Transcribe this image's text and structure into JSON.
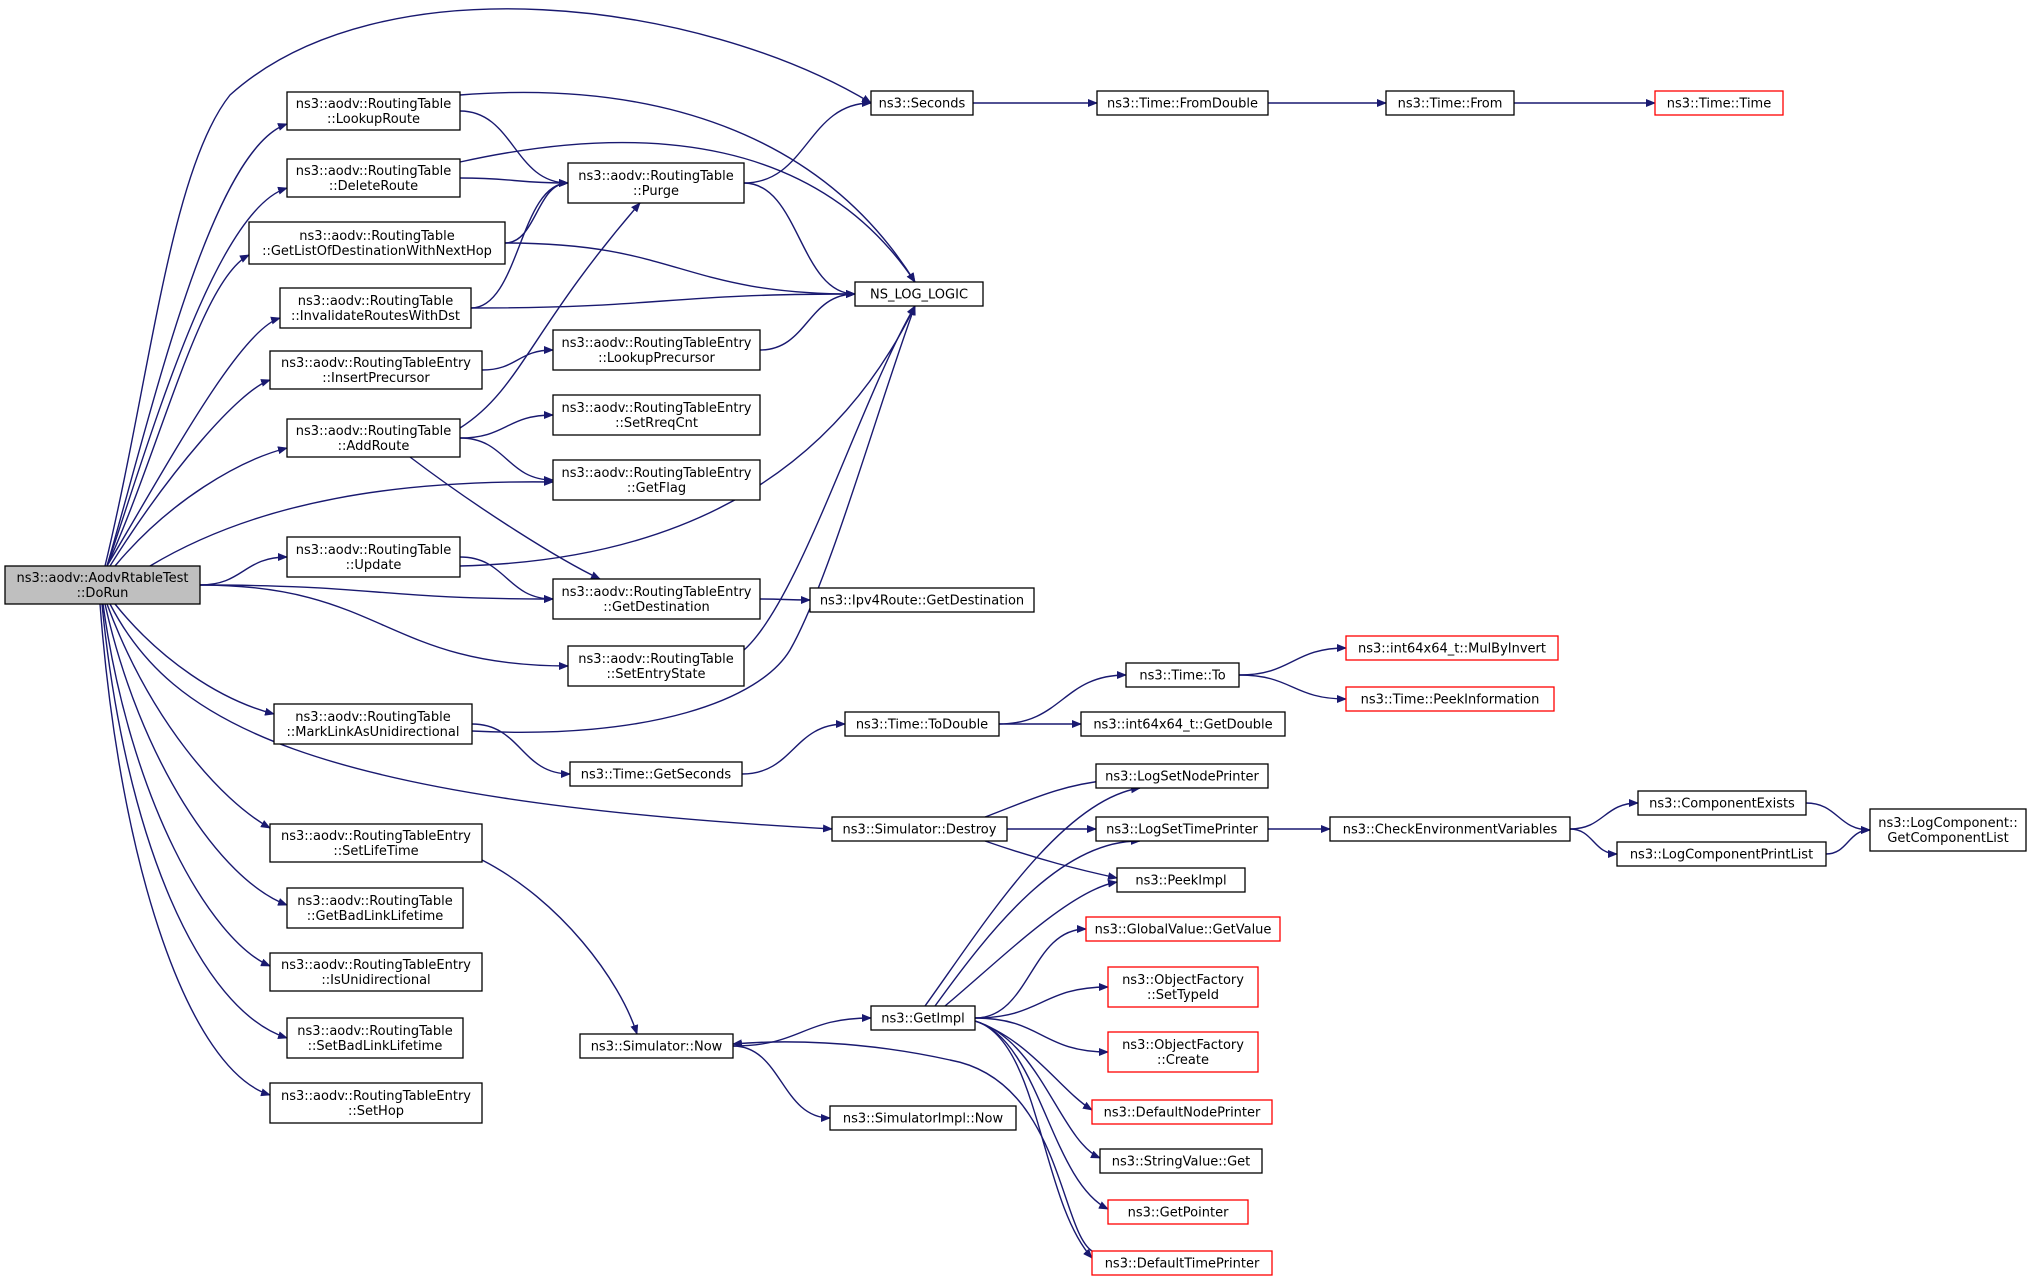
{
  "colors": {
    "edge": "#191970",
    "box_border": "#000000",
    "box_border_truncated": "#ff0000",
    "root_fill": "#bfbfbf",
    "box_fill": "#ffffff"
  },
  "nodes": [
    {
      "id": "root",
      "lines": [
        "ns3::aodv::AodvRtableTest",
        "::DoRun"
      ],
      "style": "root"
    },
    {
      "id": "lookupRoute",
      "lines": [
        "ns3::aodv::RoutingTable",
        "::LookupRoute"
      ],
      "style": "normal"
    },
    {
      "id": "deleteRoute",
      "lines": [
        "ns3::aodv::RoutingTable",
        "::DeleteRoute"
      ],
      "style": "normal"
    },
    {
      "id": "getListNextHop",
      "lines": [
        "ns3::aodv::RoutingTable",
        "::GetListOfDestinationWithNextHop"
      ],
      "style": "normal"
    },
    {
      "id": "invalidate",
      "lines": [
        "ns3::aodv::RoutingTable",
        "::InvalidateRoutesWithDst"
      ],
      "style": "normal"
    },
    {
      "id": "insertPrecursor",
      "lines": [
        "ns3::aodv::RoutingTableEntry",
        "::InsertPrecursor"
      ],
      "style": "normal"
    },
    {
      "id": "addRoute",
      "lines": [
        "ns3::aodv::RoutingTable",
        "::AddRoute"
      ],
      "style": "normal"
    },
    {
      "id": "update",
      "lines": [
        "ns3::aodv::RoutingTable",
        "::Update"
      ],
      "style": "normal"
    },
    {
      "id": "markLink",
      "lines": [
        "ns3::aodv::RoutingTable",
        "::MarkLinkAsUnidirectional"
      ],
      "style": "normal"
    },
    {
      "id": "setLifeTime",
      "lines": [
        "ns3::aodv::RoutingTableEntry",
        "::SetLifeTime"
      ],
      "style": "normal"
    },
    {
      "id": "getBadLink",
      "lines": [
        "ns3::aodv::RoutingTable",
        "::GetBadLinkLifetime"
      ],
      "style": "normal"
    },
    {
      "id": "isUnidir",
      "lines": [
        "ns3::aodv::RoutingTableEntry",
        "::IsUnidirectional"
      ],
      "style": "normal"
    },
    {
      "id": "setBadLink",
      "lines": [
        "ns3::aodv::RoutingTable",
        "::SetBadLinkLifetime"
      ],
      "style": "normal"
    },
    {
      "id": "setHop",
      "lines": [
        "ns3::aodv::RoutingTableEntry",
        "::SetHop"
      ],
      "style": "normal"
    },
    {
      "id": "purge",
      "lines": [
        "ns3::aodv::RoutingTable",
        "::Purge"
      ],
      "style": "normal"
    },
    {
      "id": "lookupPrecursor",
      "lines": [
        "ns3::aodv::RoutingTableEntry",
        "::LookupPrecursor"
      ],
      "style": "normal"
    },
    {
      "id": "setRreqCnt",
      "lines": [
        "ns3::aodv::RoutingTableEntry",
        "::SetRreqCnt"
      ],
      "style": "normal"
    },
    {
      "id": "getFlag",
      "lines": [
        "ns3::aodv::RoutingTableEntry",
        "::GetFlag"
      ],
      "style": "normal"
    },
    {
      "id": "getDest",
      "lines": [
        "ns3::aodv::RoutingTableEntry",
        "::GetDestination"
      ],
      "style": "normal"
    },
    {
      "id": "setEntryState",
      "lines": [
        "ns3::aodv::RoutingTable",
        "::SetEntryState"
      ],
      "style": "normal"
    },
    {
      "id": "timeGetSeconds",
      "lines": [
        "ns3::Time::GetSeconds"
      ],
      "style": "normal"
    },
    {
      "id": "seconds",
      "lines": [
        "ns3::Seconds"
      ],
      "style": "normal"
    },
    {
      "id": "nsLogLogic",
      "lines": [
        "NS_LOG_LOGIC"
      ],
      "style": "normal"
    },
    {
      "id": "fromDouble",
      "lines": [
        "ns3::Time::FromDouble"
      ],
      "style": "normal"
    },
    {
      "id": "timeFrom",
      "lines": [
        "ns3::Time::From"
      ],
      "style": "normal"
    },
    {
      "id": "timeTime",
      "lines": [
        "ns3::Time::Time"
      ],
      "style": "truncated"
    },
    {
      "id": "ipv4GetDest",
      "lines": [
        "ns3::Ipv4Route::GetDestination"
      ],
      "style": "normal"
    },
    {
      "id": "toDouble",
      "lines": [
        "ns3::Time::ToDouble"
      ],
      "style": "normal"
    },
    {
      "id": "timeTo",
      "lines": [
        "ns3::Time::To"
      ],
      "style": "normal"
    },
    {
      "id": "mulByInvert",
      "lines": [
        "ns3::int64x64_t::MulByInvert"
      ],
      "style": "truncated"
    },
    {
      "id": "peekInfo",
      "lines": [
        "ns3::Time::PeekInformation"
      ],
      "style": "truncated"
    },
    {
      "id": "int64GetDouble",
      "lines": [
        "ns3::int64x64_t::GetDouble"
      ],
      "style": "normal"
    },
    {
      "id": "simDestroy",
      "lines": [
        "ns3::Simulator::Destroy"
      ],
      "style": "normal"
    },
    {
      "id": "logSetNode",
      "lines": [
        "ns3::LogSetNodePrinter"
      ],
      "style": "normal"
    },
    {
      "id": "logSetTime",
      "lines": [
        "ns3::LogSetTimePrinter"
      ],
      "style": "normal"
    },
    {
      "id": "peekImpl",
      "lines": [
        "ns3::PeekImpl"
      ],
      "style": "normal"
    },
    {
      "id": "checkEnv",
      "lines": [
        "ns3::CheckEnvironmentVariables"
      ],
      "style": "normal"
    },
    {
      "id": "compExists",
      "lines": [
        "ns3::ComponentExists"
      ],
      "style": "normal"
    },
    {
      "id": "logCompPrint",
      "lines": [
        "ns3::LogComponentPrintList"
      ],
      "style": "normal"
    },
    {
      "id": "getCompList",
      "lines": [
        "ns3::LogComponent::",
        "GetComponentList"
      ],
      "style": "normal"
    },
    {
      "id": "globalGetValue",
      "lines": [
        "ns3::GlobalValue::GetValue"
      ],
      "style": "truncated"
    },
    {
      "id": "objSetTypeId",
      "lines": [
        "ns3::ObjectFactory",
        "::SetTypeId"
      ],
      "style": "truncated"
    },
    {
      "id": "objCreate",
      "lines": [
        "ns3::ObjectFactory",
        "::Create"
      ],
      "style": "truncated"
    },
    {
      "id": "defNodePrinter",
      "lines": [
        "ns3::DefaultNodePrinter"
      ],
      "style": "truncated"
    },
    {
      "id": "stringGet",
      "lines": [
        "ns3::StringValue::Get"
      ],
      "style": "normal"
    },
    {
      "id": "getPointer",
      "lines": [
        "ns3::GetPointer"
      ],
      "style": "truncated"
    },
    {
      "id": "defTimePrinter",
      "lines": [
        "ns3::DefaultTimePrinter"
      ],
      "style": "truncated"
    },
    {
      "id": "simNow",
      "lines": [
        "ns3::Simulator::Now"
      ],
      "style": "normal"
    },
    {
      "id": "getImpl",
      "lines": [
        "ns3::GetImpl"
      ],
      "style": "normal"
    },
    {
      "id": "simImplNow",
      "lines": [
        "ns3::SimulatorImpl::Now"
      ],
      "style": "normal"
    }
  ],
  "edges": [
    [
      "root",
      "lookupRoute"
    ],
    [
      "root",
      "deleteRoute"
    ],
    [
      "root",
      "getListNextHop"
    ],
    [
      "root",
      "invalidate"
    ],
    [
      "root",
      "insertPrecursor"
    ],
    [
      "root",
      "addRoute"
    ],
    [
      "root",
      "update"
    ],
    [
      "root",
      "markLink"
    ],
    [
      "root",
      "setLifeTime"
    ],
    [
      "root",
      "getBadLink"
    ],
    [
      "root",
      "isUnidir"
    ],
    [
      "root",
      "setBadLink"
    ],
    [
      "root",
      "setHop"
    ],
    [
      "root",
      "seconds"
    ],
    [
      "root",
      "getFlag"
    ],
    [
      "root",
      "getDest"
    ],
    [
      "root",
      "setEntryState"
    ],
    [
      "root",
      "simDestroy"
    ],
    [
      "lookupRoute",
      "purge"
    ],
    [
      "lookupRoute",
      "nsLogLogic"
    ],
    [
      "deleteRoute",
      "purge"
    ],
    [
      "deleteRoute",
      "nsLogLogic"
    ],
    [
      "getListNextHop",
      "purge"
    ],
    [
      "getListNextHop",
      "nsLogLogic"
    ],
    [
      "invalidate",
      "purge"
    ],
    [
      "invalidate",
      "nsLogLogic"
    ],
    [
      "insertPrecursor",
      "lookupPrecursor"
    ],
    [
      "addRoute",
      "purge"
    ],
    [
      "addRoute",
      "setRreqCnt"
    ],
    [
      "addRoute",
      "getFlag"
    ],
    [
      "addRoute",
      "getDest"
    ],
    [
      "update",
      "nsLogLogic"
    ],
    [
      "update",
      "getDest"
    ],
    [
      "markLink",
      "nsLogLogic"
    ],
    [
      "markLink",
      "timeGetSeconds"
    ],
    [
      "setLifeTime",
      "simNow"
    ],
    [
      "purge",
      "seconds"
    ],
    [
      "purge",
      "nsLogLogic"
    ],
    [
      "lookupPrecursor",
      "nsLogLogic"
    ],
    [
      "getDest",
      "ipv4GetDest"
    ],
    [
      "setEntryState",
      "nsLogLogic"
    ],
    [
      "seconds",
      "fromDouble"
    ],
    [
      "fromDouble",
      "timeFrom"
    ],
    [
      "timeFrom",
      "timeTime"
    ],
    [
      "timeGetSeconds",
      "toDouble"
    ],
    [
      "toDouble",
      "timeTo"
    ],
    [
      "toDouble",
      "int64GetDouble"
    ],
    [
      "timeTo",
      "mulByInvert"
    ],
    [
      "timeTo",
      "peekInfo"
    ],
    [
      "simDestroy",
      "logSetNode"
    ],
    [
      "simDestroy",
      "logSetTime"
    ],
    [
      "simDestroy",
      "peekImpl"
    ],
    [
      "logSetTime",
      "checkEnv"
    ],
    [
      "checkEnv",
      "compExists"
    ],
    [
      "checkEnv",
      "logCompPrint"
    ],
    [
      "compExists",
      "getCompList"
    ],
    [
      "logCompPrint",
      "getCompList"
    ],
    [
      "simNow",
      "getImpl"
    ],
    [
      "simNow",
      "simImplNow"
    ],
    [
      "getImpl",
      "logSetNode"
    ],
    [
      "getImpl",
      "logSetTime"
    ],
    [
      "getImpl",
      "peekImpl"
    ],
    [
      "getImpl",
      "globalGetValue"
    ],
    [
      "getImpl",
      "objSetTypeId"
    ],
    [
      "getImpl",
      "objCreate"
    ],
    [
      "getImpl",
      "defNodePrinter"
    ],
    [
      "getImpl",
      "stringGet"
    ],
    [
      "getImpl",
      "getPointer"
    ],
    [
      "getImpl",
      "defTimePrinter"
    ],
    [
      "defTimePrinter",
      "simNow"
    ]
  ]
}
